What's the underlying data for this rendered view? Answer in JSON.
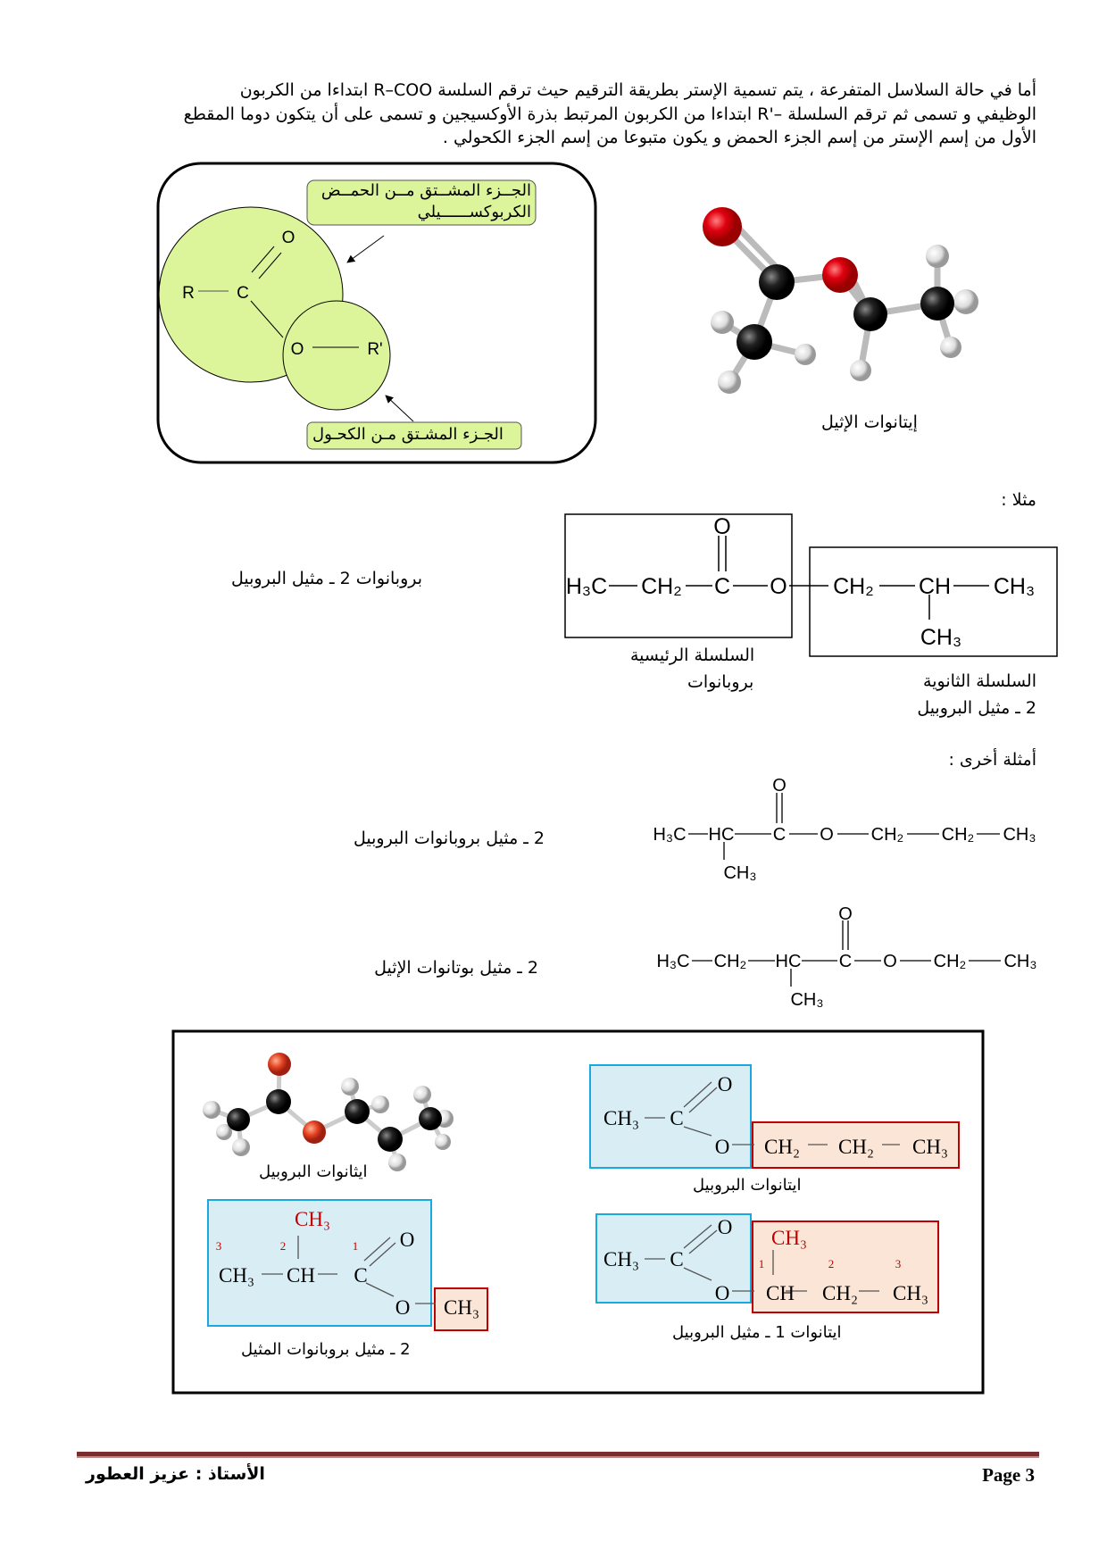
{
  "intro": {
    "lines": [
      "أما في حالة السلاسل المتفرعة ، يتم تسمية الإستر بطريقة الترقيم حيث ترقم السلسة R–COO ابتداءا من الكربون",
      "الوظيفي و تسمى ثم ترقم السلسلة –'R ابتداءا من الكربون المرتبط بذرة الأوكسيجين و تسمى على أن يتكون دوما المقطع",
      "الأول من إسم الإستر من إسم الجزء الحمض و يكون متبوعا من إسم الجزء الكحولي ."
    ]
  },
  "ester_diagram": {
    "atoms": {
      "r": "R",
      "c": "C",
      "o_double": "O",
      "o_single": "O",
      "r_prime": "R'"
    },
    "acid_part_label": "الجــزء المشــتق مــن الحمــض الكربوكســــــيلي",
    "alcohol_part_label": "الجـزء المشـتق مـن الكحـول",
    "fill_color": "#dcf59a"
  },
  "model_caption": "إيتانوات الإثيل",
  "example": {
    "heading": "مثلا :",
    "name": "بروبانوات 2 ـ مثيل البروبيل",
    "formula": {
      "h3c": "H₃C",
      "ch2a": "CH₂",
      "c": "C",
      "o_top": "O",
      "o": "O",
      "ch2b": "CH₂",
      "ch": "CH",
      "ch3": "CH₃",
      "ch3_branch": "CH₃"
    },
    "main_chain_label": "السلسلة الرئيسية",
    "main_chain_name": "بروبانوات",
    "side_chain_label": "السلسلة الثانوية",
    "side_chain_name": "2 ـ مثيل البروبيل"
  },
  "other_examples": {
    "heading": "أمثلة أخرى :",
    "items": [
      {
        "name": "2 ـ مثيل بروبانوات البروبيل",
        "formula": {
          "h3c": "H₃C",
          "hc": "HC",
          "c": "C",
          "o_top": "O",
          "o": "O",
          "ch2a": "CH₂",
          "ch2b": "CH₂",
          "ch3": "CH₃",
          "ch3_branch": "CH₃"
        }
      },
      {
        "name": "2 ـ مثيل بوتانوات الإثيل",
        "formula": {
          "h3c": "H₃C",
          "ch2a": "CH₂",
          "hc": "HC",
          "c": "C",
          "o_top": "O",
          "o": "O",
          "ch2b": "CH₂",
          "ch3": "CH₃",
          "ch3_branch": "CH₃"
        }
      }
    ]
  },
  "summary_box": {
    "model_caption": "ايثانوات البروبيل",
    "propyl_ethanoate": {
      "ch3": "CH₃",
      "c": "C",
      "o_top": "O",
      "o": "O",
      "ch2a": "CH₂",
      "ch2b": "CH₂",
      "ch3_end": "CH₃",
      "caption": "ايتانوات البروبيل"
    },
    "methyl_methylpropanoate": {
      "ch3_branch": "CH₃",
      "n3": "3",
      "n2": "2",
      "n1": "1",
      "ch3": "CH₃",
      "ch": "CH",
      "c": "C",
      "o_top": "O",
      "o": "O",
      "ch3_ester": "CH₃",
      "caption": "2 ـ مثيل بروبانوات المثيل"
    },
    "methylpropyl_ethanoate": {
      "ch3": "CH₃",
      "c": "C",
      "o_top": "O",
      "o": "O",
      "ch3_branch": "CH₃",
      "n1": "1",
      "n2": "2",
      "n3": "3",
      "ch": "CH",
      "ch2": "CH₂",
      "ch3_end": "CH₃",
      "caption": "ايتانوات 1 ـ مثيل البروبيل"
    },
    "colors": {
      "acid_box": "#d9edf5",
      "acid_border": "#1aa8e0",
      "alcohol_box": "#fbe5d6",
      "alcohol_border": "#c00000",
      "red_text": "#c00000"
    }
  },
  "footer": {
    "author": "الأستاذ : عزيز العطور",
    "page": "Page 3"
  }
}
